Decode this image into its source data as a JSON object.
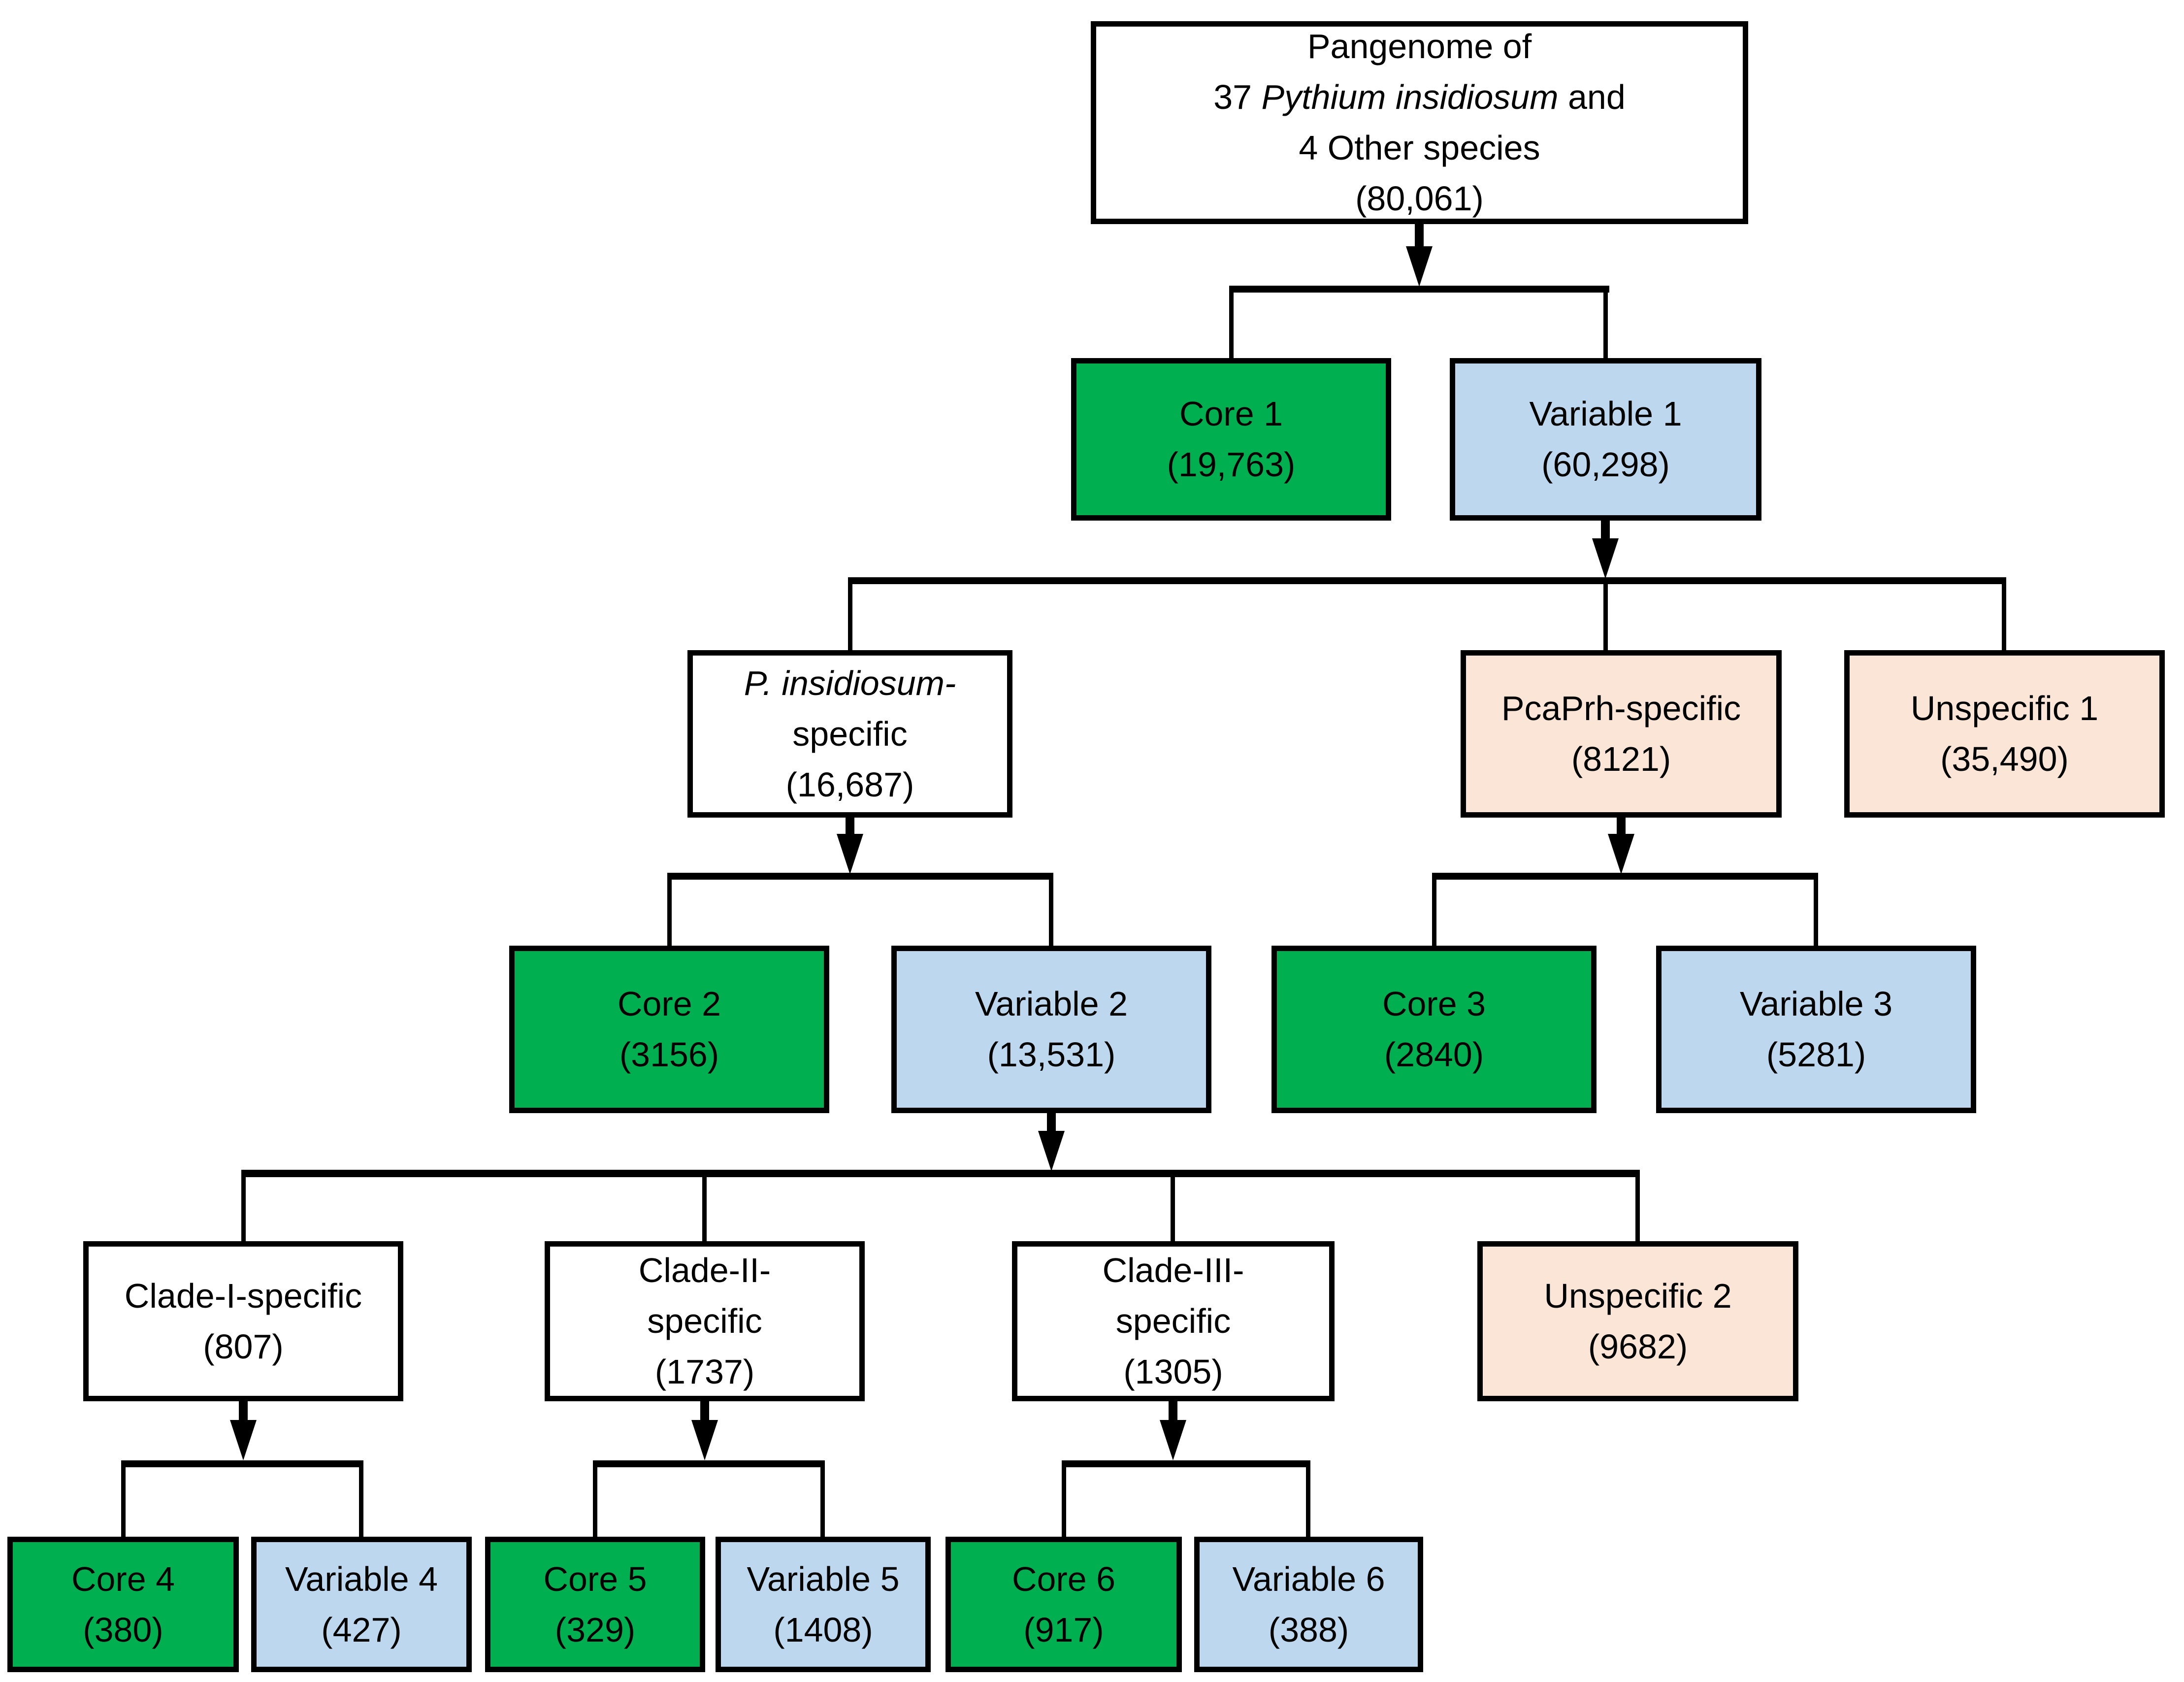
{
  "diagram": {
    "root": {
      "line1": "Pangenome of",
      "line2_prefix": "37 ",
      "line2_species": "Pythium insidiosum",
      "line2_suffix": " and",
      "line3": "4 Other species",
      "count": "(80,061)"
    },
    "core1": {
      "label": "Core 1",
      "count": "(19,763)"
    },
    "variable1": {
      "label": "Variable 1",
      "count": "(60,298)"
    },
    "pi_specific": {
      "line1_italic": "P. insidiosum-",
      "line2": "specific",
      "count": "(16,687)"
    },
    "pcaprh_specific": {
      "label": "PcaPrh-specific",
      "count": "(8121)"
    },
    "unspecific1": {
      "label": "Unspecific 1",
      "count": "(35,490)"
    },
    "core2": {
      "label": "Core 2",
      "count": "(3156)"
    },
    "variable2": {
      "label": "Variable 2",
      "count": "(13,531)"
    },
    "core3": {
      "label": "Core 3",
      "count": "(2840)"
    },
    "variable3": {
      "label": "Variable 3",
      "count": "(5281)"
    },
    "cladeI_specific": {
      "label": "Clade-I-specific",
      "count": "(807)"
    },
    "cladeII_specific": {
      "line1": "Clade-II-",
      "line2": "specific",
      "count": "(1737)"
    },
    "cladeIII_specific": {
      "line1": "Clade-III-",
      "line2": "specific",
      "count": "(1305)"
    },
    "unspecific2": {
      "label": "Unspecific 2",
      "count": "(9682)"
    },
    "core4": {
      "label": "Core 4",
      "count": "(380)"
    },
    "variable4": {
      "label": "Variable 4",
      "count": "(427)"
    },
    "core5": {
      "label": "Core 5",
      "count": "(329)"
    },
    "variable5": {
      "label": "Variable 5",
      "count": "(1408)"
    },
    "core6": {
      "label": "Core 6",
      "count": "(917)"
    },
    "variable6": {
      "label": "Variable 6",
      "count": "(388)"
    }
  },
  "colors": {
    "core": "#00B050",
    "variable": "#BDD7EE",
    "unspecific": "#FBE5D6",
    "plain": "#FFFFFF",
    "line": "#000000"
  }
}
